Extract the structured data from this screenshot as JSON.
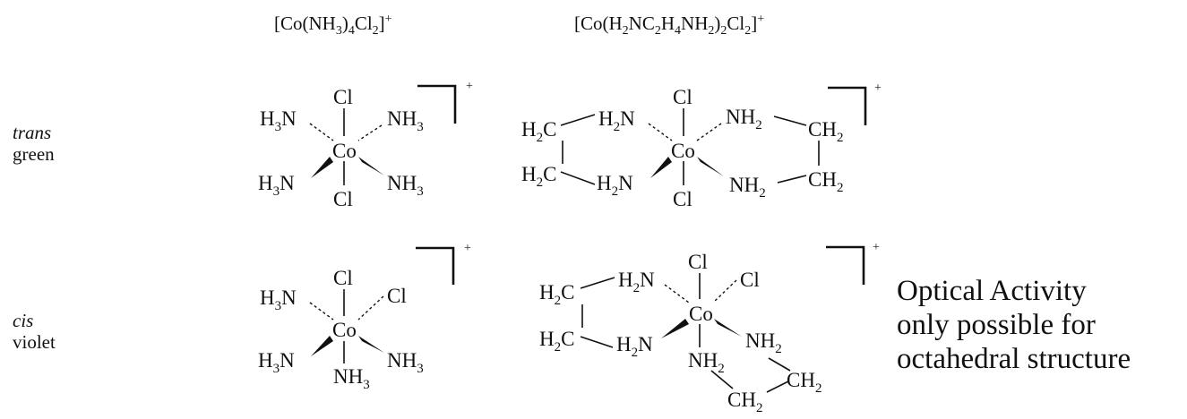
{
  "headers": {
    "ammine": "[Co(NH3)4Cl2]+",
    "en": "[Co(H2NC2H4NH2)2Cl2]+"
  },
  "rows": {
    "trans": {
      "isomer": "trans",
      "color": "green"
    },
    "cis": {
      "isomer": "cis",
      "color": "violet"
    }
  },
  "atoms": {
    "Co": "Co",
    "Cl": "Cl",
    "H": "H",
    "N": "N",
    "C": "C",
    "charge": "+",
    "two": "2",
    "three": "3"
  },
  "note": {
    "line1": "Optical Activity",
    "line2": "only possible for",
    "line3": "octahedral structure"
  },
  "colors": {
    "ink": "#111111",
    "background": "#ffffff"
  }
}
